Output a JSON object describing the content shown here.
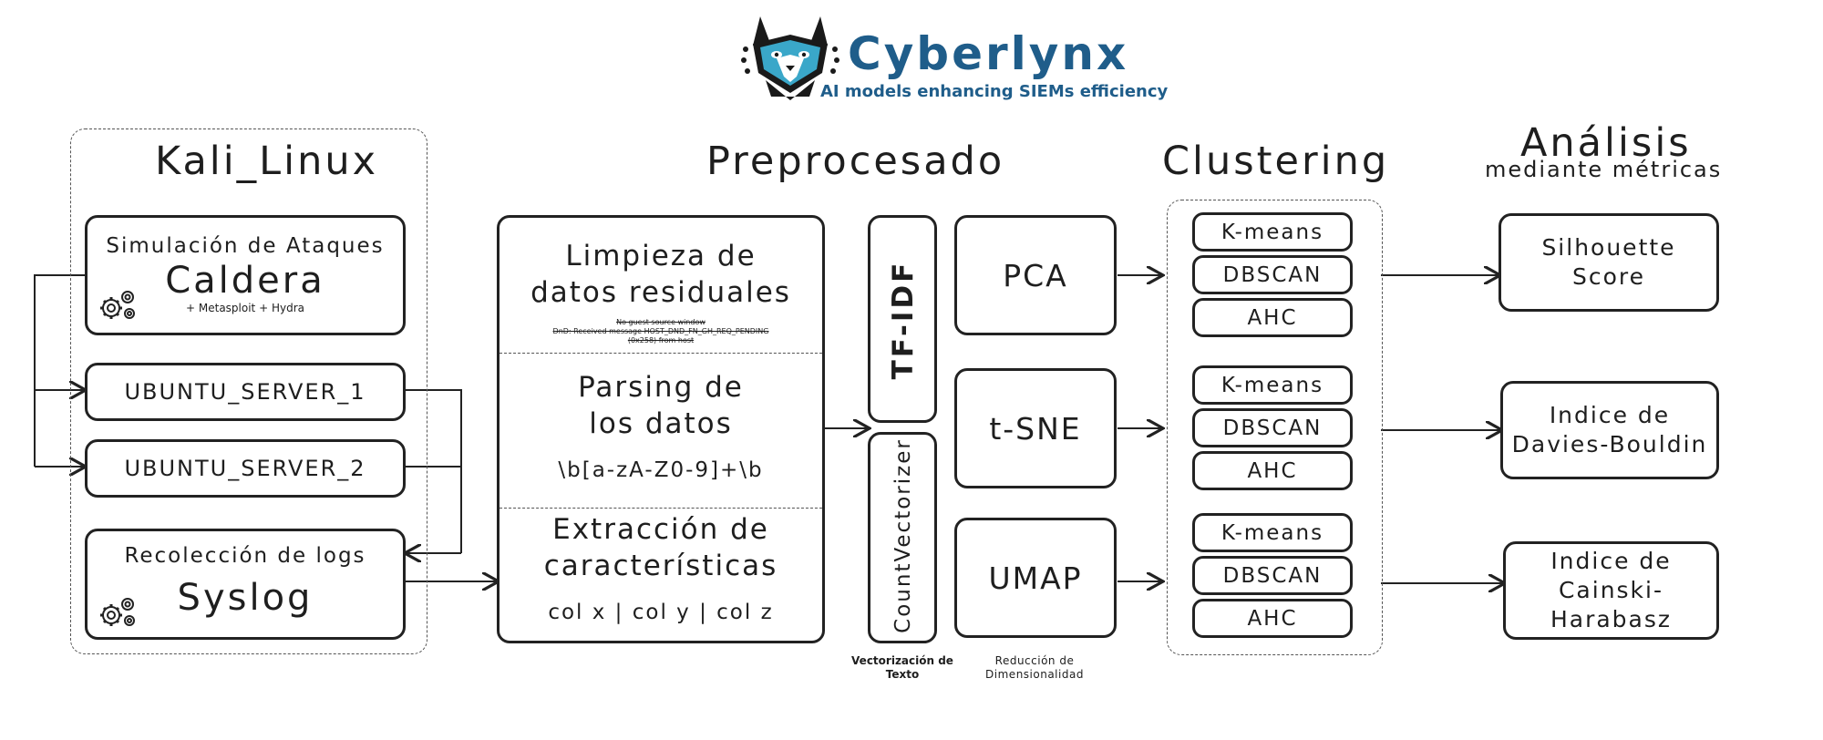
{
  "logo": {
    "name": "Cyberlynx",
    "tagline": "AI models enhancing SIEMs efficiency",
    "colors": {
      "blue": "#1f5d8a",
      "cyan": "#3aa7c9",
      "dark": "#1a1a1a"
    }
  },
  "sections": {
    "kali": "Kali_Linux",
    "preprocesado": "Preprocesado",
    "clustering": "Clustering",
    "analisis": "Análisis",
    "analisis_sub": "mediante métricas"
  },
  "kali": {
    "caldera_heading": "Simulación de Ataques",
    "caldera_title": "Caldera",
    "caldera_sub": "+ Metasploit + Hydra",
    "server1": "UBUNTU_SERVER_1",
    "server2": "UBUNTU_SERVER_2",
    "syslog_heading": "Recolección de logs",
    "syslog_title": "Syslog"
  },
  "preprocessing": {
    "clean_line1": "Limpieza de",
    "clean_line2": "datos residuales",
    "sample_line1": "No guest source window",
    "sample_line2": "DnD: Received message HOST_DND_FN_GH_REQ_PENDING",
    "sample_line3": "(0x258) from host",
    "parse_line1": "Parsing de",
    "parse_line2": "los datos",
    "regex": "\\b[a-zA-Z0-9]+\\b",
    "extract_line1": "Extracción de",
    "extract_line2": "características",
    "columns": "col x | col y | col z"
  },
  "vectorization": {
    "tfidf": "TF-IDF",
    "count": "CountVectorizer",
    "caption_line1": "Vectorización de",
    "caption_line2": "Texto"
  },
  "reduction": {
    "pca": "PCA",
    "tsne": "t-SNE",
    "umap": "UMAP",
    "caption_line1": "Reducción de",
    "caption_line2": "Dimensionalidad"
  },
  "clustering": {
    "groups": [
      [
        "K-means",
        "DBSCAN",
        "AHC"
      ],
      [
        "K-means",
        "DBSCAN",
        "AHC"
      ],
      [
        "K-means",
        "DBSCAN",
        "AHC"
      ]
    ]
  },
  "metrics": {
    "silhouette_line1": "Silhouette",
    "silhouette_line2": "Score",
    "db_line1": "Indice de",
    "db_line2": "Davies-Bouldin",
    "ch_line1": "Indice de",
    "ch_line2": "Cainski-Harabasz"
  }
}
